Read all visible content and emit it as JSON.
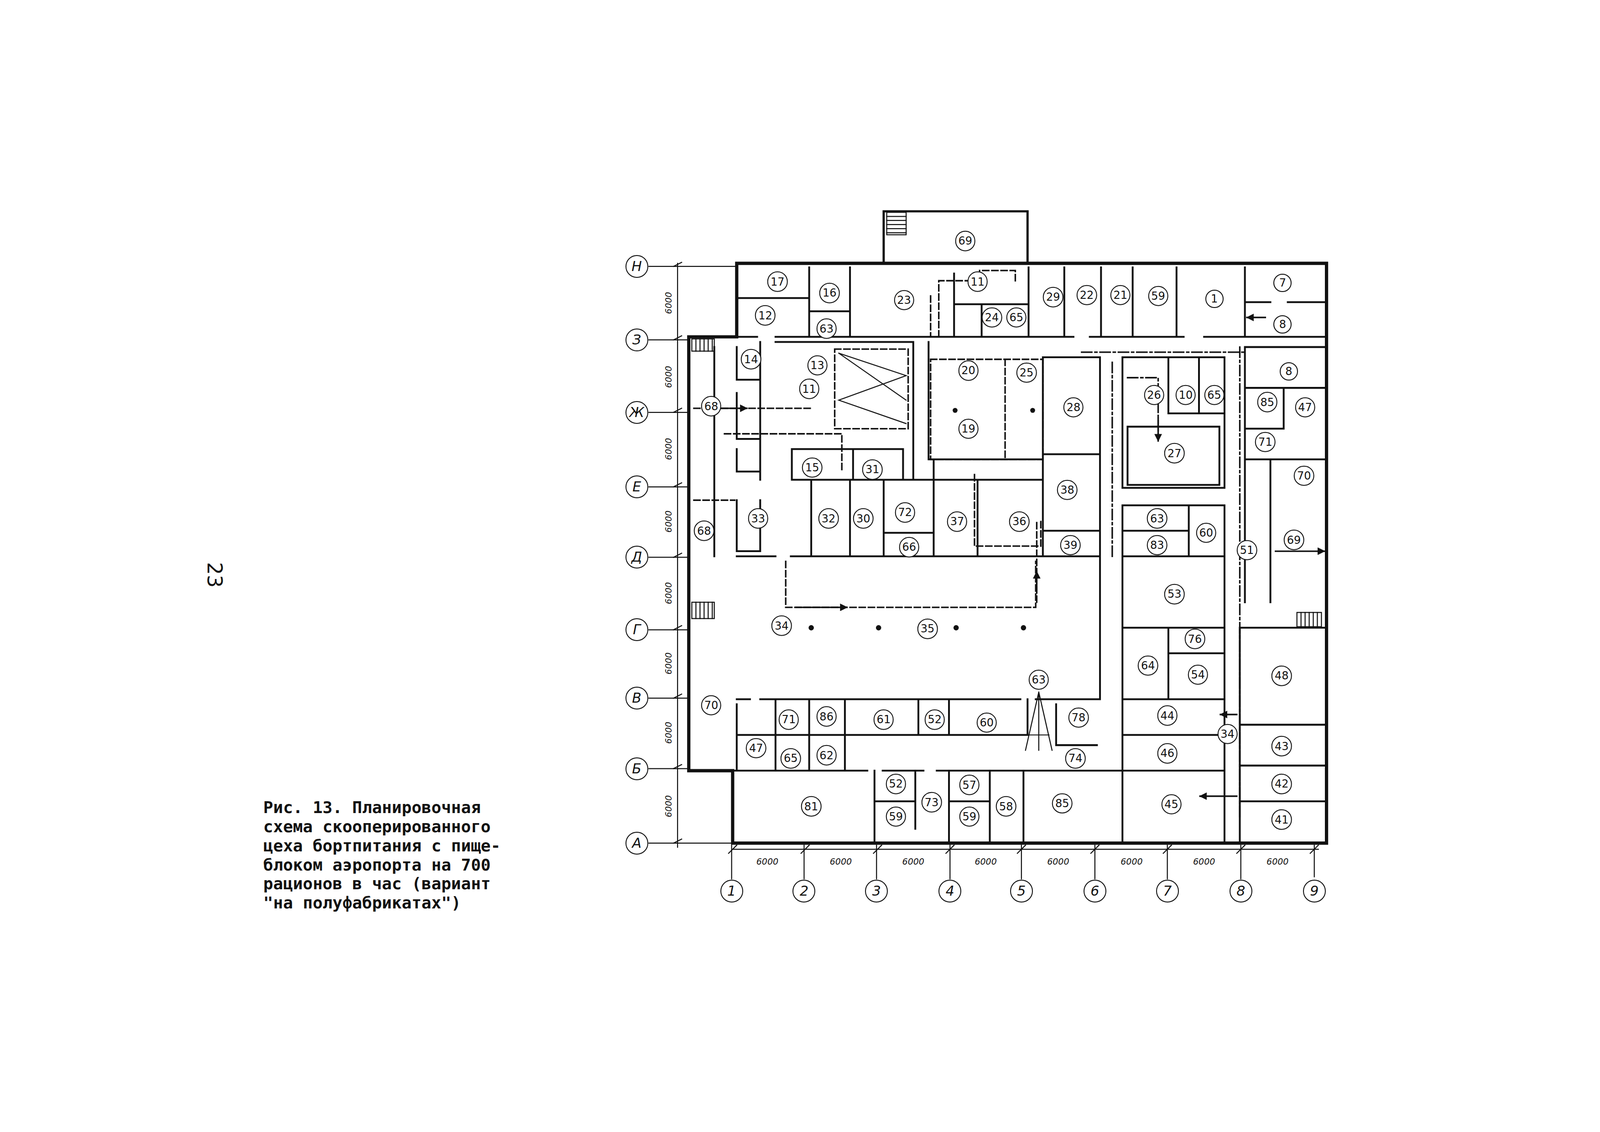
{
  "diagram": {
    "caption": "Рис. 13. Планировочная схема скооперированного цеха бортпитания с пище- блоком аэропорта на 700 рационов в час (вариант \"на полуфабрикатах\")",
    "labels": [
      "23",
      "Н",
      "З",
      "Ж",
      "Е",
      "Д",
      "Г",
      "В",
      "Б",
      "А",
      "6000",
      "6000",
      "6000",
      "6000",
      "6000",
      "6000",
      "6000",
      "6000",
      "17",
      "16",
      "12",
      "63",
      "23",
      "69",
      "11",
      "24",
      "65",
      "29",
      "22",
      "21",
      "59",
      "1",
      "7",
      "8",
      "14",
      "13",
      "11",
      "20",
      "25",
      "19",
      "28",
      "26",
      "10",
      "65",
      "27",
      "8",
      "85",
      "47",
      "71",
      "70",
      "68",
      "15",
      "31",
      "38",
      "33",
      "32",
      "30",
      "72",
      "66",
      "37",
      "36",
      "39",
      "63",
      "83",
      "60",
      "51",
      "69",
      "68",
      "34",
      "35",
      "53",
      "76",
      "64",
      "54",
      "48",
      "63",
      "70",
      "71",
      "86",
      "61",
      "52",
      "60",
      "78",
      "74",
      "44",
      "34",
      "43",
      "46",
      "47",
      "65",
      "62",
      "42",
      "41",
      "81",
      "52",
      "59",
      "73",
      "57",
      "59",
      "58",
      "85",
      "45",
      "1",
      "2",
      "3",
      "4",
      "5",
      "6",
      "7",
      "8",
      "9",
      "6000",
      "6000",
      "6000",
      "6000",
      "6000",
      "6000",
      "6000",
      "6000"
    ]
  }
}
